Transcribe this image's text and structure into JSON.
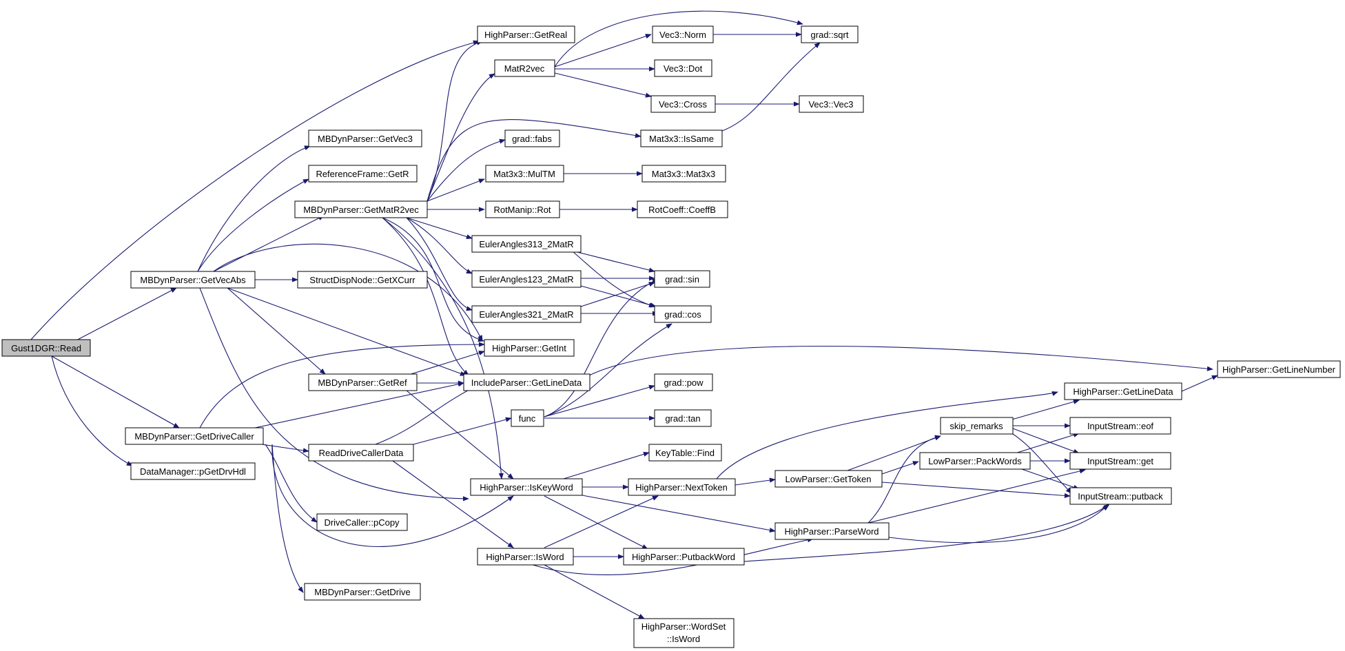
{
  "colors": {
    "edge": "#191970",
    "root_fill": "#bfbfbf",
    "node_fill": "#ffffff"
  },
  "nodes": {
    "gust_read": "Gust1DGR::Read",
    "hp_getreal": "HighParser::GetReal",
    "mb_getvec3": "MBDynParser::GetVec3",
    "rf_getr": "ReferenceFrame::GetR",
    "mb_getmatr2vec": "MBDynParser::GetMatR2vec",
    "mb_getvecabs": "MBDynParser::GetVecAbs",
    "mb_getref": "MBDynParser::GetRef",
    "mb_getdrivecaller": "MBDynParser::GetDriveCaller",
    "dm_pgetdrvhdl": "DataManager::pGetDrvHdl",
    "matr2vec": "MatR2vec",
    "grad_fabs": "grad::fabs",
    "mat3x3_multm": "Mat3x3::MulTM",
    "rotmanip_rot": "RotManip::Rot",
    "euler313": "EulerAngles313_2MatR",
    "euler123": "EulerAngles123_2MatR",
    "euler321": "EulerAngles321_2MatR",
    "sdn_getxcurr": "StructDispNode::GetXCurr",
    "hp_getint": "HighParser::GetInt",
    "ip_getlinedata": "IncludeParser::GetLineData",
    "func": "func",
    "readdrivecallerdata": "ReadDriveCallerData",
    "hp_iskeyword": "HighParser::IsKeyWord",
    "dc_pcopy": "DriveCaller::pCopy",
    "hp_isword": "HighParser::IsWord",
    "mb_getdrive": "MBDynParser::GetDrive",
    "vec3_norm": "Vec3::Norm",
    "vec3_dot": "Vec3::Dot",
    "vec3_cross": "Vec3::Cross",
    "mat3x3_issame": "Mat3x3::IsSame",
    "mat3x3_mat3x3": "Mat3x3::Mat3x3",
    "rotcoeff_coeffb": "RotCoeff::CoeffB",
    "grad_sqrt": "grad::sqrt",
    "vec3_vec3": "Vec3::Vec3",
    "grad_sin": "grad::sin",
    "grad_cos": "grad::cos",
    "grad_pow": "grad::pow",
    "grad_tan": "grad::tan",
    "keytable_find": "KeyTable::Find",
    "hp_nexttoken": "HighParser::NextToken",
    "hp_putbackword": "HighParser::PutbackWord",
    "hp_wordset_isword_1": "HighParser::WordSet",
    "hp_wordset_isword_2": "::IsWord",
    "lp_gettoken": "LowParser::GetToken",
    "hp_parseword": "HighParser::ParseWord",
    "skip_remarks": "skip_remarks",
    "lp_packwords": "LowParser::PackWords",
    "hp_getlinedata": "HighParser::GetLineData",
    "is_eof": "InputStream::eof",
    "is_get": "InputStream::get",
    "is_putback": "InputStream::putback",
    "hp_getlinenumber": "HighParser::GetLineNumber"
  }
}
